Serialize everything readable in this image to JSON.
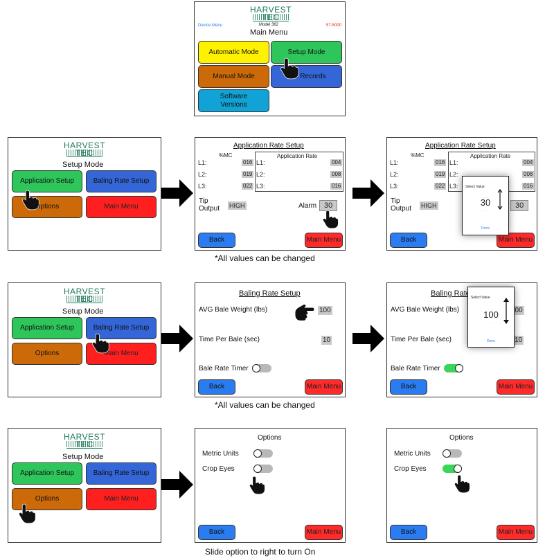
{
  "logo": {
    "line1": "HARVEST",
    "line2": "TEC"
  },
  "main_menu": {
    "device_menu": "Device Menu",
    "model": "Model 362",
    "serial": "57-5000",
    "title": "Main Menu",
    "buttons": {
      "automatic": "Automatic Mode",
      "setup": "Setup Mode",
      "manual": "Manual Mode",
      "records": "Job Records",
      "software": "Software Versions"
    }
  },
  "setup_mode": {
    "title": "Setup Mode",
    "application_setup": "Application Setup",
    "baling_rate_setup": "Baling Rate Setup",
    "options": "Options",
    "main_menu": "Main Menu"
  },
  "app_rate": {
    "title": "Application Rate Setup",
    "mc_header": "%MC",
    "rate_header": "Application Rate",
    "rows": [
      {
        "label": "L1:",
        "mc": "016",
        "rate": "004"
      },
      {
        "label": "L2:",
        "mc": "019",
        "rate": "008"
      },
      {
        "label": "L3:",
        "mc": "022",
        "rate": "016"
      }
    ],
    "tip_output_label": "Tip Output",
    "tip_output_value": "HIGH",
    "alarm_label": "Alarm",
    "alarm_value": "30",
    "back": "Back",
    "main_menu": "Main Menu",
    "picker": {
      "title": "Select Value",
      "value": "30",
      "done": "Done"
    }
  },
  "baling_rate": {
    "title": "Baling Rate Setup",
    "avg_weight_label": "AVG Bale Weight (lbs)",
    "avg_weight_value": "100",
    "time_label": "Time Per Bale (sec)",
    "time_value": "10",
    "timer_label": "Bale Rate Timer",
    "timer_off": false,
    "timer_on": true,
    "back": "Back",
    "main_menu": "Main Menu",
    "picker": {
      "title": "Select Value",
      "value": "100",
      "done": "Done"
    }
  },
  "options": {
    "title": "Options",
    "metric_label": "Metric Units",
    "crop_eyes_label": "Crop Eyes",
    "metric_on": false,
    "crop_eyes_before": false,
    "crop_eyes_after": true,
    "back": "Back",
    "main_menu": "Main Menu"
  },
  "captions": {
    "values_changeable": "*All values can be changed",
    "slide_on": "Slide option to right to turn On"
  },
  "icons": {
    "arrow": "right-arrow-icon",
    "hand": "pointing-hand-icon"
  },
  "colors": {
    "green": "#2ec55a",
    "blue": "#3466d8",
    "orange": "#cc6a0a",
    "red": "#ff1f1f",
    "yellow": "#fff200",
    "cyan": "#11a3d6",
    "back_blue": "#2a7cf0",
    "toggle_on": "#3cd45a",
    "logo": "#1f7a5a"
  }
}
